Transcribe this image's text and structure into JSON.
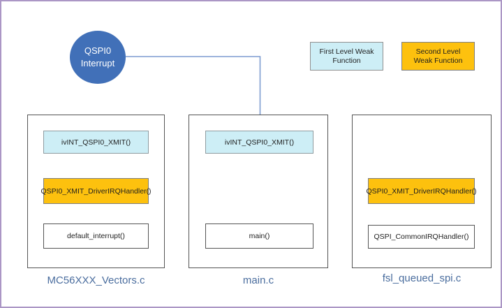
{
  "diagram": {
    "source": {
      "line1": "QSPI0",
      "line2": "Interrupt"
    },
    "legend": [
      {
        "label": "First Level Weak Function",
        "type": "first-level",
        "color": "#cdeef6"
      },
      {
        "label": "Second Level Weak Function",
        "type": "second-level",
        "color": "#fdc10e"
      }
    ],
    "columns": [
      {
        "file": "MC56XXX_Vectors.c",
        "boxes": [
          {
            "label": "ivINT_QSPI0_XMIT()",
            "type": "first-level"
          },
          {
            "label": "QSPI0_XMIT_DriverIRQHandler()",
            "type": "second-level"
          },
          {
            "label": "default_interrupt()",
            "type": "normal"
          }
        ]
      },
      {
        "file": "main.c",
        "boxes": [
          {
            "label": "ivINT_QSPI0_XMIT()",
            "type": "first-level"
          },
          {
            "label": "main()",
            "type": "normal"
          }
        ]
      },
      {
        "file": "fsl_queued_spi.c",
        "boxes": [
          {
            "label": "QSPI0_XMIT_DriverIRQHandler()",
            "type": "second-level"
          },
          {
            "label": "QSPI_CommonIRQHandler()",
            "type": "normal"
          }
        ]
      }
    ],
    "colors": {
      "frame_border": "#ab96c5",
      "interrupt_circle": "#4170b8",
      "connector_line": "#7d9cd0",
      "connector_arrowhead": "#3a5fa0",
      "first_level_fill": "#cdeef6",
      "second_level_fill": "#fdc10e",
      "file_label_text": "#4a6d9e"
    }
  }
}
